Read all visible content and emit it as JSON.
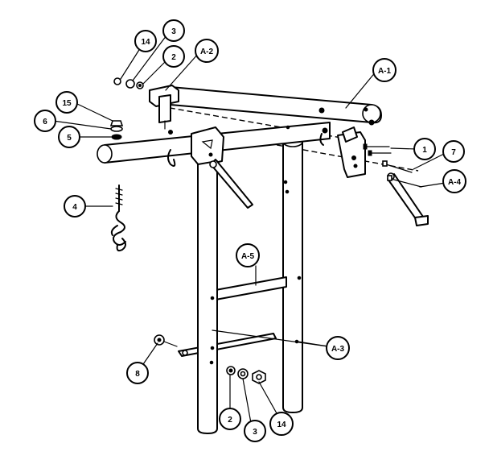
{
  "labels": {
    "p14_top": "14",
    "p3_top": "3",
    "p2_top": "2",
    "a2": "A-2",
    "a1": "A-1",
    "p15": "15",
    "p6": "6",
    "p5": "5",
    "p1": "1",
    "p7": "7",
    "a4": "A-4",
    "p4": "4",
    "a5": "A-5",
    "a3": "A-3",
    "p8": "8",
    "p2_bottom": "2",
    "p3_bottom": "3",
    "p14_bottom": "14"
  }
}
